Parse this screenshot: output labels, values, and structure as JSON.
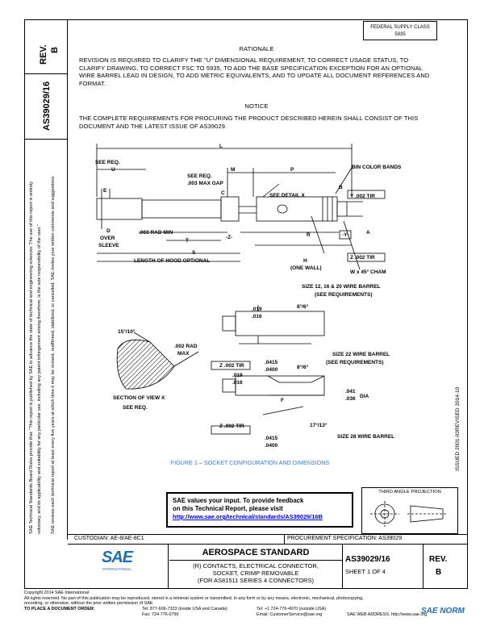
{
  "header": {
    "rev_label": "REV.",
    "rev_value": "B",
    "doc_number": "AS39029/16",
    "federal_box_line1": "FEDERAL SUPPLY CLASS",
    "federal_box_line2": "5935"
  },
  "side_text": {
    "line1": "SAE Technical Standards Board Rules provide that: \"This report is published by SAE to advance the state of technical and engineering sciences. The use of this report is entirely",
    "line2": "voluntary, and its applicability and suitability for any particular use, including any patent infringement arising therefrom, is the sole responsibility of the user.\"",
    "line3": "SAE reviews each technical report at least every five years at which time it may be revised, reaffirmed, stabilized, or cancelled. SAE invites your written comments and suggestions."
  },
  "rationale": {
    "heading": "RATIONALE",
    "text": "REVISION IS REQUIRED TO CLARIFY THE \"U\" DIMENSIONAL REQUIREMENT, TO CORRECT USAGE STATUS, TO CLARIFY DRAWING, TO CORRECT FSC TO 5935, TO ADD THE BASE SPECIFICATION EXCEPTION FOR AN OPTIONAL WIRE BARREL LEAD IN DESIGN, TO ADD METRIC EQUIVALENTS, AND TO UPDATE ALL DOCUMENT REFERENCES AND FORMAT."
  },
  "notice": {
    "heading": "NOTICE",
    "text": "THE COMPLETE REQUIREMENTS FOR PROCURING THE PRODUCT DESCRIBED HEREIN SHALL CONSIST OF THIS DOCUMENT AND THE LATEST ISSUE OF AS39029."
  },
  "drawing": {
    "labels": {
      "L": "L",
      "see_req_u": "SEE REQ.",
      "U": "U",
      "M": "M",
      "P": "P",
      "bin_color_bands": "BIN COLOR BANDS",
      "E": "E",
      "see_req_2": "SEE REQ.",
      "gap": ".003 MAX GAP",
      "C": "C",
      "see_detail_x": "SEE DETAIL X",
      "B_ref": "B",
      "Y_tir": "Y .002 TIR",
      "D": "D",
      "over_sleeve_1": "OVER",
      "over_sleeve_2": "SLEEVE",
      "rad_min": ".003 RAD MIN",
      "Z": "-Z-",
      "T": "T",
      "R": "R",
      "A": "A",
      "Y": "-Y-",
      "S": "S",
      "Z_tir": "Z .002 TIR",
      "hood_length": "LENGTH OF HOOD OPTIONAL",
      "H": "H",
      "one_wall": "(ONE WALL)",
      "W": "W x 45° CHAM",
      "barrel_12": "SIZE 12, 16 & 20 WIRE BARREL",
      "see_req_3": "(SEE REQUIREMENTS)",
      "d019": ".019",
      "d016": ".016",
      "ang1": "8°/6°",
      "angle15": "15°/10°",
      "rad_max_1": ".002 RAD",
      "rad_max_2": "MAX",
      "d0415": ".0415",
      "d0400": ".0400",
      "barrel_22": "SIZE 22 WIRE BARREL",
      "see_req_4": "(SEE REQUIREMENTS)",
      "z_tir_2": "Z .002 TIR",
      "d019b": ".019",
      "d016b": ".016",
      "ang2": "8°/6°",
      "d041": ".041",
      "d036": ".036",
      "dia": "DIA",
      "F": "F",
      "section_x_1": "SECTION OF VIEW X",
      "section_x_2": "SEE REQ.",
      "z_tir_3": "Z .002 TIR",
      "ang3": "17°/13°",
      "d0415b": ".0415",
      "d0400b": ".0400",
      "barrel_28": "SIZE 28 WIRE BARREL"
    },
    "figure_caption": "FIGURE 1 – SOCKET CONFIGURATION AND DIMENSIONS"
  },
  "right_side": {
    "issued": "ISSUED 2001-03",
    "revised": "REVISED 2014-10"
  },
  "feedback": {
    "line1": "SAE values your input. To provide feedback",
    "line2": "on this Technical Report, please visit",
    "link": "http://www.sae.org/technical/standards/AS39029/16B"
  },
  "projection": {
    "label": "THIRD ANGLE PROJECTION"
  },
  "title_block": {
    "custodian": "CUSTODIAN:  AE-8/AE-8C1",
    "procurement": "PROCUREMENT SPECIFICATION:  AS39029",
    "logo_text": "SAE",
    "logo_sub": "INTERNATIONAL",
    "standard_title": "AEROSPACE STANDARD",
    "desc_line1": "(R) CONTACTS, ELECTRICAL CONNECTOR,",
    "desc_line2": "SOCKET, CRIMP REMOVABLE",
    "desc_line3": "(FOR AS81511 SERIES 4 CONNECTORS)",
    "doc_number": "AS39029/16",
    "sheet": "SHEET 1 OF 4",
    "rev_label": "REV.",
    "rev_value": "B"
  },
  "footer": {
    "copyright": "Copyright 2014 SAE International",
    "rights": "All rights reserved. No part of this publication may be reproduced, stored in a retrieval system or transmitted, in any form or by any means, electronic, mechanical, photocopying,",
    "rights2": "recording, or otherwise, without the prior written permission of SAE.",
    "order_label": "TO PLACE A DOCUMENT ORDER:",
    "tel1": "Tel: 877-606-7323 (inside USA and Canada)",
    "tel2": "Tel: +1 724-776-4970 (outside USA)",
    "fax": "Fax: 724-776-0790",
    "email": "Email: CustomerService@sae.org",
    "web": "SAE WEB ADDRESS:  http://www.sae.org",
    "watermark": "SAE NORM"
  }
}
